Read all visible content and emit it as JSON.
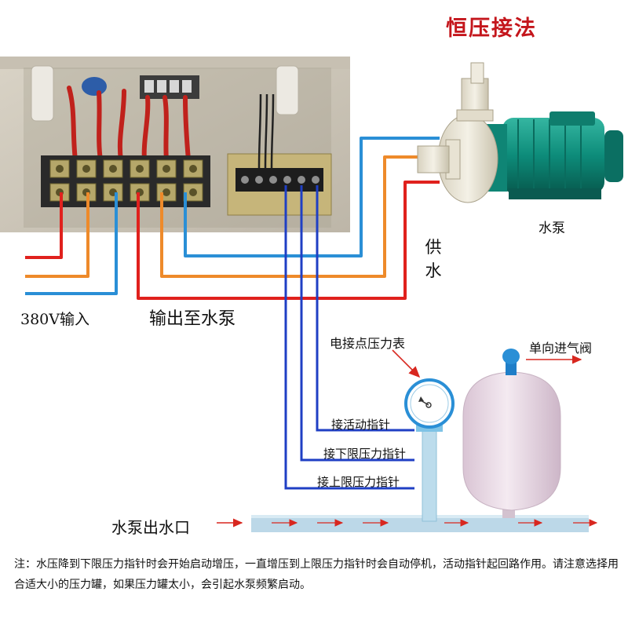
{
  "title": "恒压接法",
  "labels": {
    "power_input": "380V输入",
    "output_to_pump": "输出至水泵",
    "water_pump": "水泵",
    "water_supply": "供水",
    "pressure_gauge": "电接点压力表",
    "check_valve": "单向进气阀",
    "pin_active": "接活动指针",
    "pin_lower": "接下限压力指针",
    "pin_upper": "接上限压力指针",
    "pump_outlet": "水泵出水口"
  },
  "note": "注：水压降到下限压力指针时会开始启动增压，一直增压到上限压力指针时会自动停机，活动指针起回路作用。请注意选择用合适大小的压力罐，如果压力罐太小，会引起水泵频繁启动。",
  "colors": {
    "title": "#c4161c",
    "wire_red": "#e0211d",
    "wire_orange": "#ee8a2a",
    "wire_blue": "#2a8fd6",
    "signal_blue": "#1f3fc4",
    "pipe": "#bcd8e8",
    "tank": "#e9d8e4",
    "pump_green": "#0d8c7a"
  },
  "icons": [
    "pressure-gauge-icon",
    "pressure-tank-icon",
    "check-valve-icon",
    "water-pump-icon",
    "terminal-block-icon"
  ]
}
